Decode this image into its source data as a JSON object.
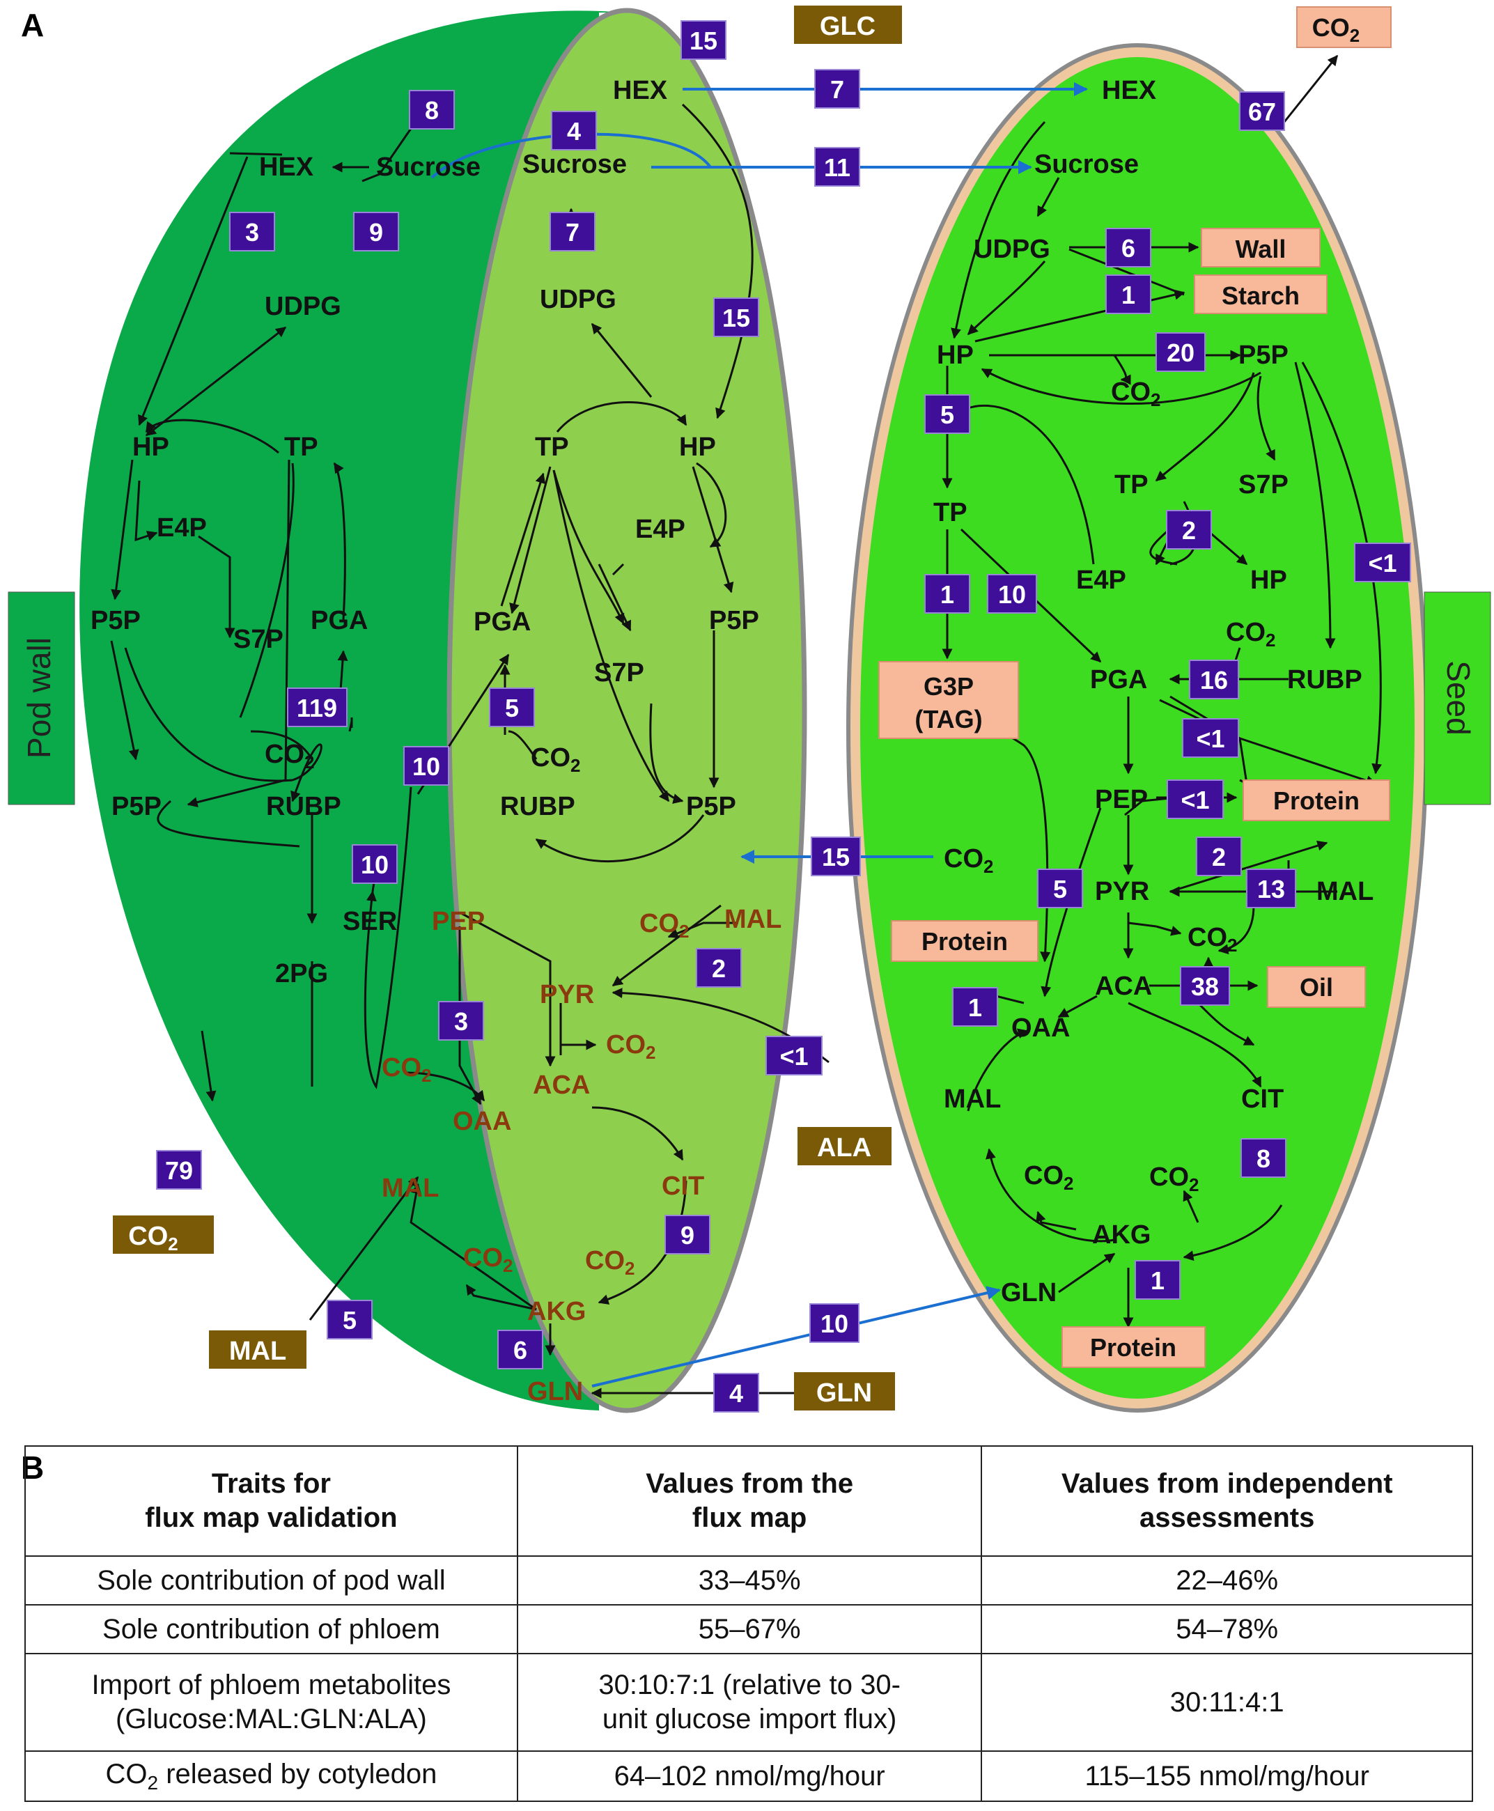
{
  "panel_a_label": "A",
  "panel_b_label": "B",
  "side_labels": {
    "pod_wall": "Pod wall",
    "seed": "Seed"
  },
  "colors": {
    "pod_outer": "#0aaa4a",
    "pod_inner": "#8ed04e",
    "seed": "#3ddc20",
    "seed_rim": "#f0c8a0",
    "flux_box": "#3f0f99",
    "source_box": "#7a5a06",
    "sink_box": "#f8b89a",
    "transport_arrow": "#1a6fd0",
    "mito_text": "#8a3a0e"
  },
  "metabolites": {
    "hex_left": "HEX",
    "sucrose_left": "Sucrose",
    "udpg_left": "UDPG",
    "hp_left": "HP",
    "tp_left": "TP",
    "e4p_left": "E4P",
    "p5p_left_top": "P5P",
    "s7p_left": "S7P",
    "pga_left": "PGA",
    "co2_left": "CO",
    "p5p_left_bottom": "P5P",
    "rubp_left": "RUBP",
    "ser": "SER",
    "pg2": "2PG",
    "hex_mid": "HEX",
    "sucrose_mid": "Sucrose",
    "udpg_mid": "UDPG",
    "tp_mid": "TP",
    "hp_mid": "HP",
    "e4p_mid": "E4P",
    "pga_mid": "PGA",
    "p5p_mid_top": "P5P",
    "s7p_mid": "S7P",
    "co2_mid": "CO",
    "rubp_mid": "RUBP",
    "p5p_mid_bottom": "P5P",
    "pep_mito": "PEP",
    "pyr_mito": "PYR",
    "co2_pyr_mito": "CO",
    "mal_in": "MAL",
    "co2_mal_in": "CO",
    "aca_mito": "ACA",
    "co2_oaa_mito": "CO",
    "oaa_mito": "OAA",
    "cit_mito": "CIT",
    "mal_mito": "MAL",
    "co2_akg_mito_a": "CO",
    "co2_akg_mito_b": "CO",
    "akg_mito": "AKG",
    "gln_mito": "GLN",
    "hex_seed": "HEX",
    "sucrose_seed": "Sucrose",
    "udpg_seed": "UDPG",
    "hp_seed": "HP",
    "co2_seed_ppp": "CO",
    "p5p_seed": "P5P",
    "tp_seed": "TP",
    "tp_seed_b": "TP",
    "s7p_seed": "S7P",
    "e4p_seed": "E4P",
    "hp_seed_b": "HP",
    "co2_seed_rubp": "CO",
    "pga_seed": "PGA",
    "rubp_seed": "RUBP",
    "pep_seed": "PEP",
    "co2_seed_pep": "CO",
    "pyr_seed": "PYR",
    "mal_seed_in": "MAL",
    "co2_seed_pdh": "CO",
    "aca_seed": "ACA",
    "oaa_seed": "OAA",
    "mal_seed": "MAL",
    "cit_seed": "CIT",
    "co2_seed_a": "CO",
    "co2_seed_b": "CO",
    "akg_seed": "AKG",
    "gln_seed": "GLN",
    "co2_sub": "2"
  },
  "sources": {
    "glc": "GLC",
    "co2": "CO",
    "mal": "MAL",
    "ala": "ALA",
    "gln": "GLN"
  },
  "sinks": {
    "co2": "CO",
    "wall": "Wall",
    "starch": "Starch",
    "g3p_1": "G3P",
    "g3p_2": "(TAG)",
    "protein_1": "Protein",
    "protein_2": "Protein",
    "protein_3": "Protein",
    "oil": "Oil"
  },
  "fluxes": {
    "f_glc": "15",
    "f_hex_transfer": "8",
    "f_sucrose_transfer": "4",
    "f_hex_hp_left": "3",
    "f_udpg_sucrose_left": "9",
    "f_udpg_sucrose_mid": "7",
    "f_hex_hp_mid": "15",
    "f_rubisco_left": "119",
    "f_ser": "10",
    "f_pga_pep": "10",
    "f_rubisco_mid": "5",
    "f_co2_import": "79",
    "f_mal_import": "5",
    "f_pep_oaa": "3",
    "f_mal_pyr": "2",
    "f_ala": "<1",
    "f_cit_akg": "9",
    "f_akg_gln": "6",
    "f_gln_import": "4",
    "f_hex_seed": "7",
    "f_sucrose_seed": "11",
    "f_co2_release": "67",
    "f_wall": "6",
    "f_starch": "1",
    "f_ppp": "20",
    "f_hp_tp": "5",
    "f_tkt": "2",
    "f_p5p_protein": "<1",
    "f_tp_g3p": "1",
    "f_tp_pga": "10",
    "f_rubisco_seed": "16",
    "f_pga_protein": "<1",
    "f_pep_protein": "<1",
    "f_co2_recycle": "15",
    "f_pep_oaa_seed": "5",
    "f_pyr_protein": "2",
    "f_mal_pyr_seed": "13",
    "f_oil": "38",
    "f_oaa_protein": "1",
    "f_cit_akg_seed": "8",
    "f_gln_transfer": "10",
    "f_akg_protein": "1"
  },
  "table": {
    "headers": [
      [
        "Traits for",
        "flux map validation"
      ],
      [
        "Values from the",
        "flux map"
      ],
      [
        "Values from independent",
        "assessments"
      ]
    ],
    "rows": [
      {
        "trait": "Sole contribution of pod wall",
        "flux": "33–45%",
        "indep": "22–46%"
      },
      {
        "trait": "Sole contribution of phloem",
        "flux": "55–67%",
        "indep": "54–78%"
      },
      {
        "trait_1": "Import of phloem metabolites",
        "trait_2": "(Glucose:MAL:GLN:ALA)",
        "flux_1": "30:10:7:1 (relative to 30-",
        "flux_2": "unit glucose import flux)",
        "indep": "30:11:4:1"
      },
      {
        "trait_pre": "CO",
        "trait_sub": "2",
        "trait_post": " released by cotyledon",
        "flux": "64–102 nmol/mg/hour",
        "indep": "115–155 nmol/mg/hour"
      }
    ]
  }
}
